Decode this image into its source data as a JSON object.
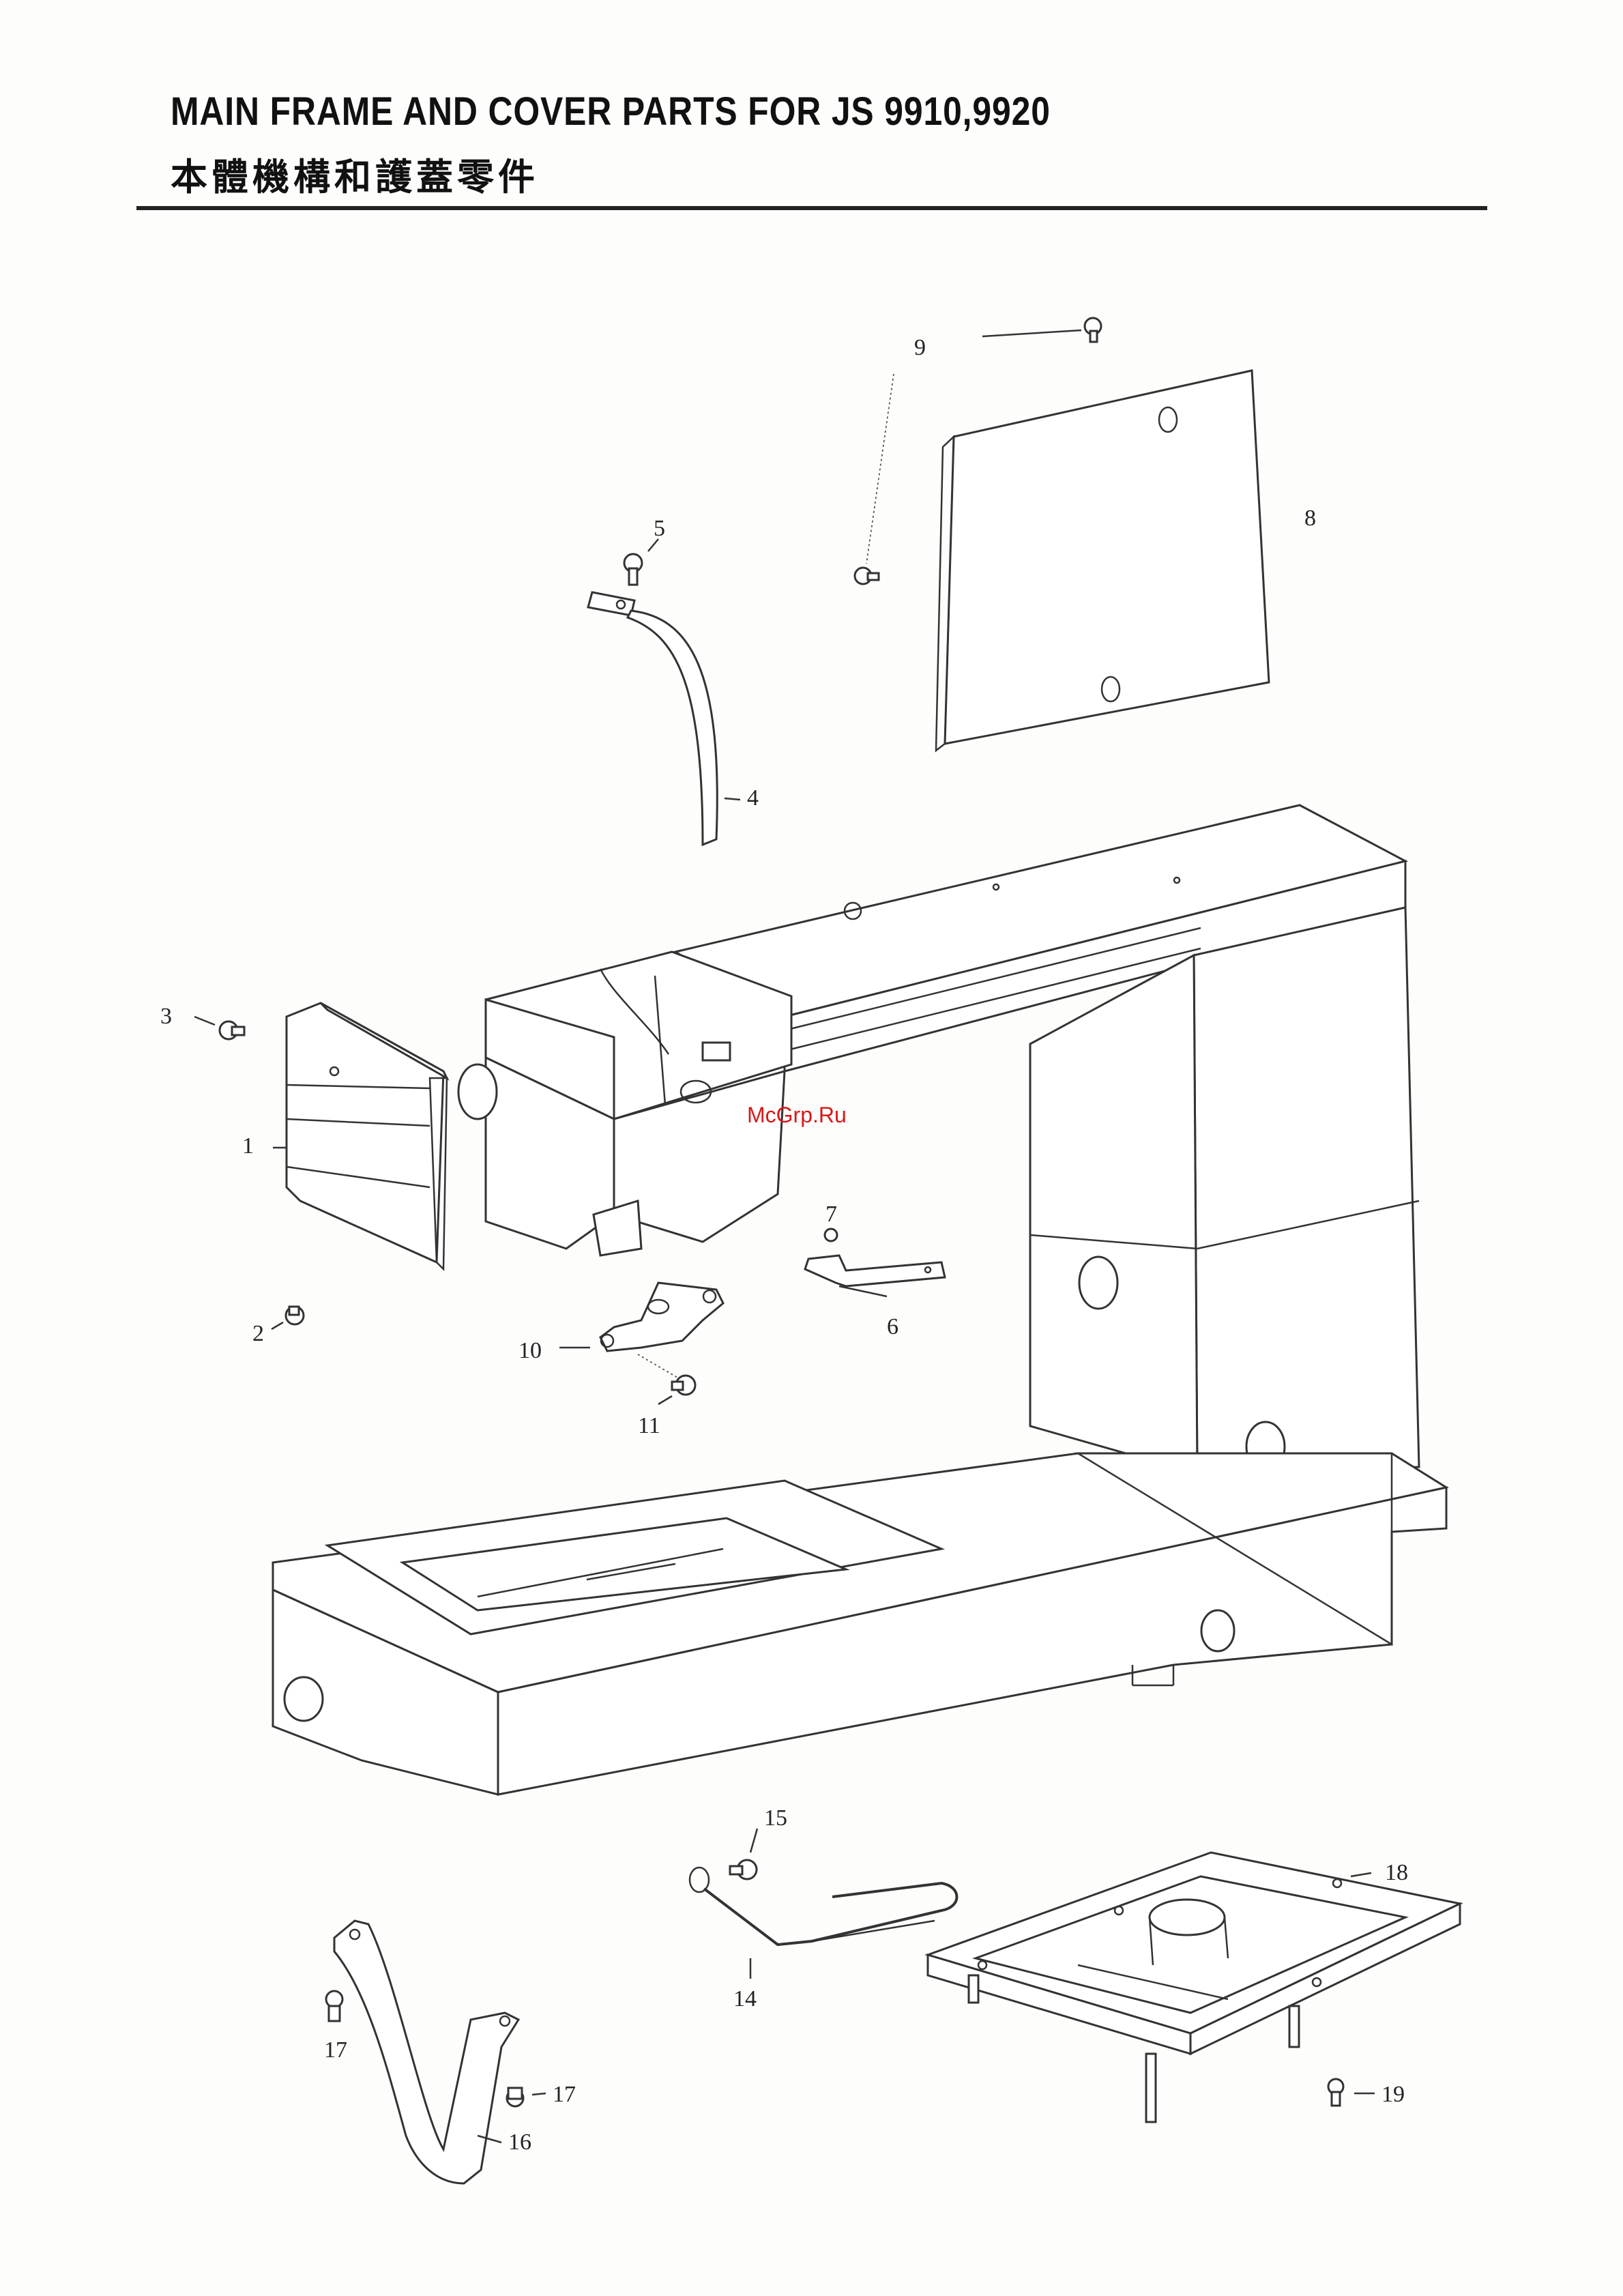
{
  "header": {
    "title_en": "MAIN FRAME AND COVER PARTS FOR   JS 9910,9920",
    "title_zh": "本體機構和護蓋零件"
  },
  "watermark": "McGrp.Ru",
  "parts": {
    "p1": "1",
    "p2": "2",
    "p3": "3",
    "p4": "4",
    "p5": "5",
    "p6": "6",
    "p7": "7",
    "p8": "8",
    "p9": "9",
    "p10": "10",
    "p11": "11",
    "p14": "14",
    "p15": "15",
    "p16": "16",
    "p17a": "17",
    "p17b": "17",
    "p18": "18",
    "p19": "19"
  },
  "colors": {
    "ink": "#222222",
    "watermark": "#d81818",
    "paper": "#fdfdfc"
  }
}
